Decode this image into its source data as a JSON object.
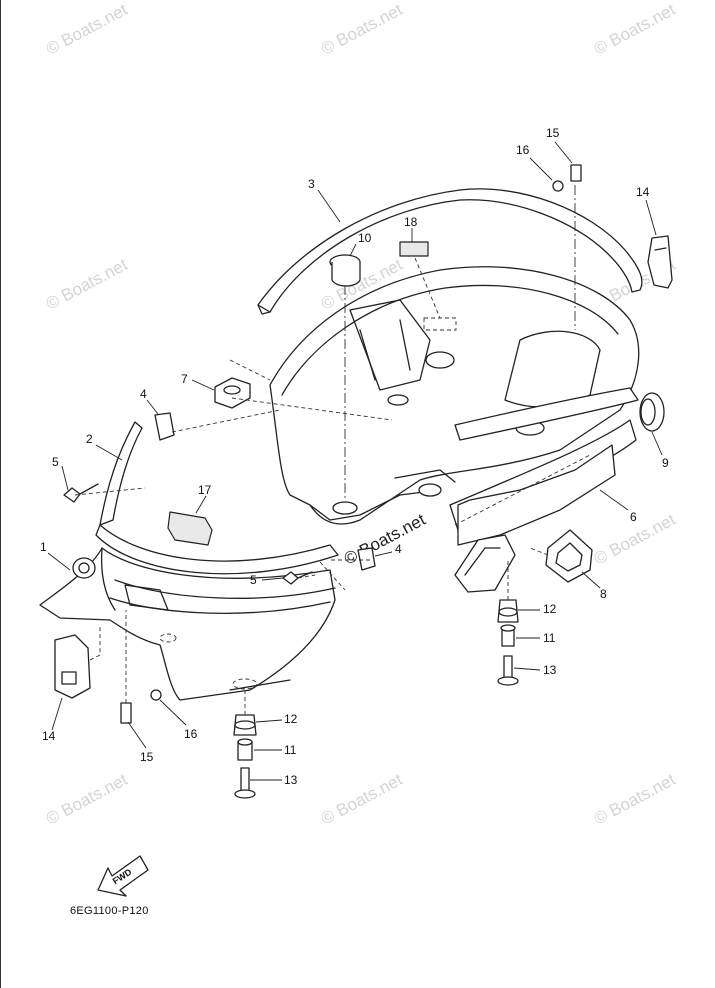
{
  "diagram": {
    "code": "6EG1100-P120",
    "fwd_label": "FWD",
    "watermark": "© Boats.net",
    "callouts": [
      "1",
      "2",
      "3",
      "4",
      "4",
      "5",
      "5",
      "6",
      "7",
      "8",
      "9",
      "10",
      "11",
      "11",
      "12",
      "12",
      "13",
      "13",
      "14",
      "14",
      "15",
      "15",
      "16",
      "16",
      "17",
      "18"
    ]
  }
}
